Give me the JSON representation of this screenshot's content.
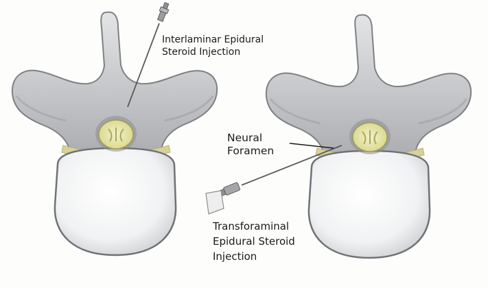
{
  "labels": {
    "interlaminar": {
      "line1": "Interlaminar Epidural",
      "line2": "Steroid Injection"
    },
    "neural_foramen": {
      "line1": "Neural",
      "line2": "Foramen"
    },
    "transforaminal": {
      "line1": "Transforaminal",
      "line2": "Epidural Steroid",
      "line3": "Injection"
    }
  },
  "colors": {
    "bone": "#c8c9cb",
    "bone_shadow": "#8e9095",
    "bone_highlight": "#e6e7e8",
    "vertebral_body": "#f4f5f6",
    "spinal_cord": "#e7e6a8",
    "spinal_cord_inner": "#c8c77a",
    "ligament": "#d6cf96",
    "needle": "#5a5a5a",
    "syringe": "#9a9ca0",
    "text": "#1a1a1a"
  }
}
